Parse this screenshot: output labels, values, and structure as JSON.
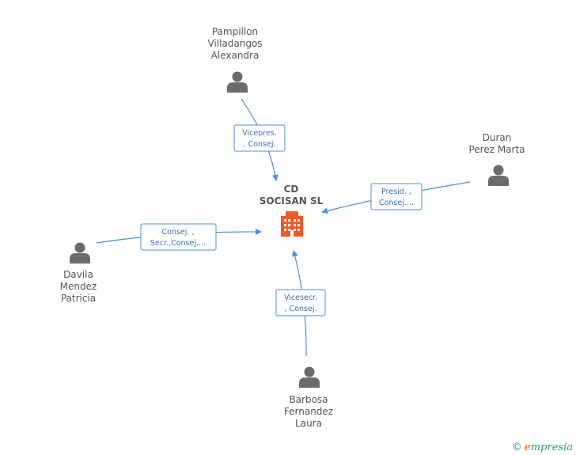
{
  "company": {
    "name_line1": "CD",
    "name_line2": "SOCISAN SL",
    "icon": "building-icon",
    "icon_color": "#f05a28"
  },
  "people": [
    {
      "id": "pampillon",
      "lines": [
        "Pampillon",
        "Villadangos",
        "Alexandra"
      ],
      "role_lines": [
        "Vicepres.",
        ", Consej."
      ]
    },
    {
      "id": "duran",
      "lines": [
        "Duran",
        "Perez Marta"
      ],
      "role_lines": [
        "Presid. ,",
        "Consej...."
      ]
    },
    {
      "id": "davila",
      "lines": [
        "Davila",
        "Mendez",
        "Patricia"
      ],
      "role_lines": [
        "Consej. ,",
        "Secr.,Consej...."
      ]
    },
    {
      "id": "barbosa",
      "lines": [
        "Barbosa",
        "Fernandez",
        "Laura"
      ],
      "role_lines": [
        "Vicesecr.",
        ", Consej."
      ]
    }
  ],
  "colors": {
    "edge": "#4a8fe0",
    "person": "#6b6b6b",
    "text": "#555555"
  },
  "footer": {
    "copyright": "©",
    "brand_e": "e",
    "brand_rest": "mpresia"
  }
}
